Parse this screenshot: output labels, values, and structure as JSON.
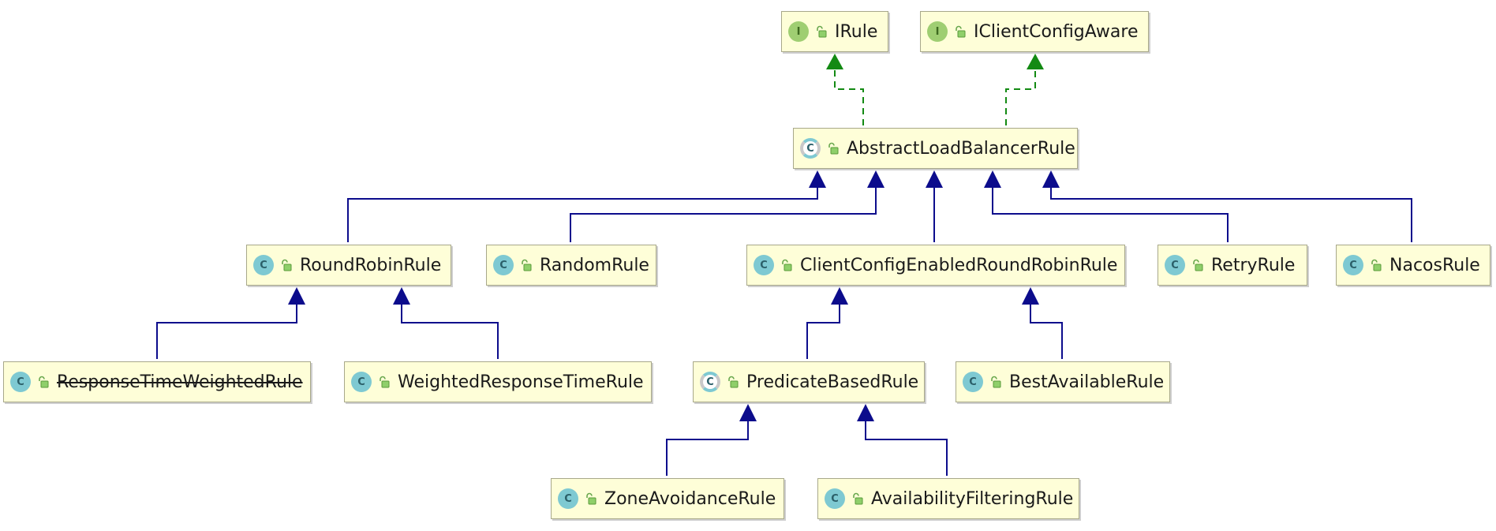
{
  "nodes": {
    "irule": {
      "kind": "interface",
      "kind_glyph": "I",
      "label": "IRule"
    },
    "iclientconfigaware": {
      "kind": "interface",
      "kind_glyph": "I",
      "label": "IClientConfigAware"
    },
    "abstract": {
      "kind": "abstract",
      "kind_glyph": "C",
      "label": "AbstractLoadBalancerRule"
    },
    "roundrobin": {
      "kind": "class",
      "kind_glyph": "C",
      "label": "RoundRobinRule"
    },
    "random": {
      "kind": "class",
      "kind_glyph": "C",
      "label": "RandomRule"
    },
    "clientconfig": {
      "kind": "class",
      "kind_glyph": "C",
      "label": "ClientConfigEnabledRoundRobinRule"
    },
    "retry": {
      "kind": "class",
      "kind_glyph": "C",
      "label": "RetryRule"
    },
    "nacos": {
      "kind": "class",
      "kind_glyph": "C",
      "label": "NacosRule"
    },
    "responsetime": {
      "kind": "class",
      "kind_glyph": "C",
      "label": "ResponseTimeWeightedRule",
      "deprecated": true
    },
    "weighted": {
      "kind": "class",
      "kind_glyph": "C",
      "label": "WeightedResponseTimeRule"
    },
    "predicate": {
      "kind": "abstract",
      "kind_glyph": "C",
      "label": "PredicateBasedRule"
    },
    "bestavailable": {
      "kind": "class",
      "kind_glyph": "C",
      "label": "BestAvailableRule"
    },
    "zoneavoidance": {
      "kind": "class",
      "kind_glyph": "C",
      "label": "ZoneAvoidanceRule"
    },
    "availability": {
      "kind": "class",
      "kind_glyph": "C",
      "label": "AvailabilityFilteringRule"
    }
  },
  "edges": [
    {
      "from": "abstract",
      "to": "irule",
      "type": "implements"
    },
    {
      "from": "abstract",
      "to": "iclientconfigaware",
      "type": "implements"
    },
    {
      "from": "roundrobin",
      "to": "abstract",
      "type": "extends"
    },
    {
      "from": "random",
      "to": "abstract",
      "type": "extends"
    },
    {
      "from": "clientconfig",
      "to": "abstract",
      "type": "extends"
    },
    {
      "from": "retry",
      "to": "abstract",
      "type": "extends"
    },
    {
      "from": "nacos",
      "to": "abstract",
      "type": "extends"
    },
    {
      "from": "responsetime",
      "to": "roundrobin",
      "type": "extends"
    },
    {
      "from": "weighted",
      "to": "roundrobin",
      "type": "extends"
    },
    {
      "from": "predicate",
      "to": "clientconfig",
      "type": "extends"
    },
    {
      "from": "bestavailable",
      "to": "clientconfig",
      "type": "extends"
    },
    {
      "from": "zoneavoidance",
      "to": "predicate",
      "type": "extends"
    },
    {
      "from": "availability",
      "to": "predicate",
      "type": "extends"
    }
  ],
  "colors": {
    "implements": "#138a13",
    "extends": "#0c0c8c",
    "node_fill": "#fefed8",
    "class_badge": "#7ec9d2",
    "interface_badge": "#9fce72"
  }
}
